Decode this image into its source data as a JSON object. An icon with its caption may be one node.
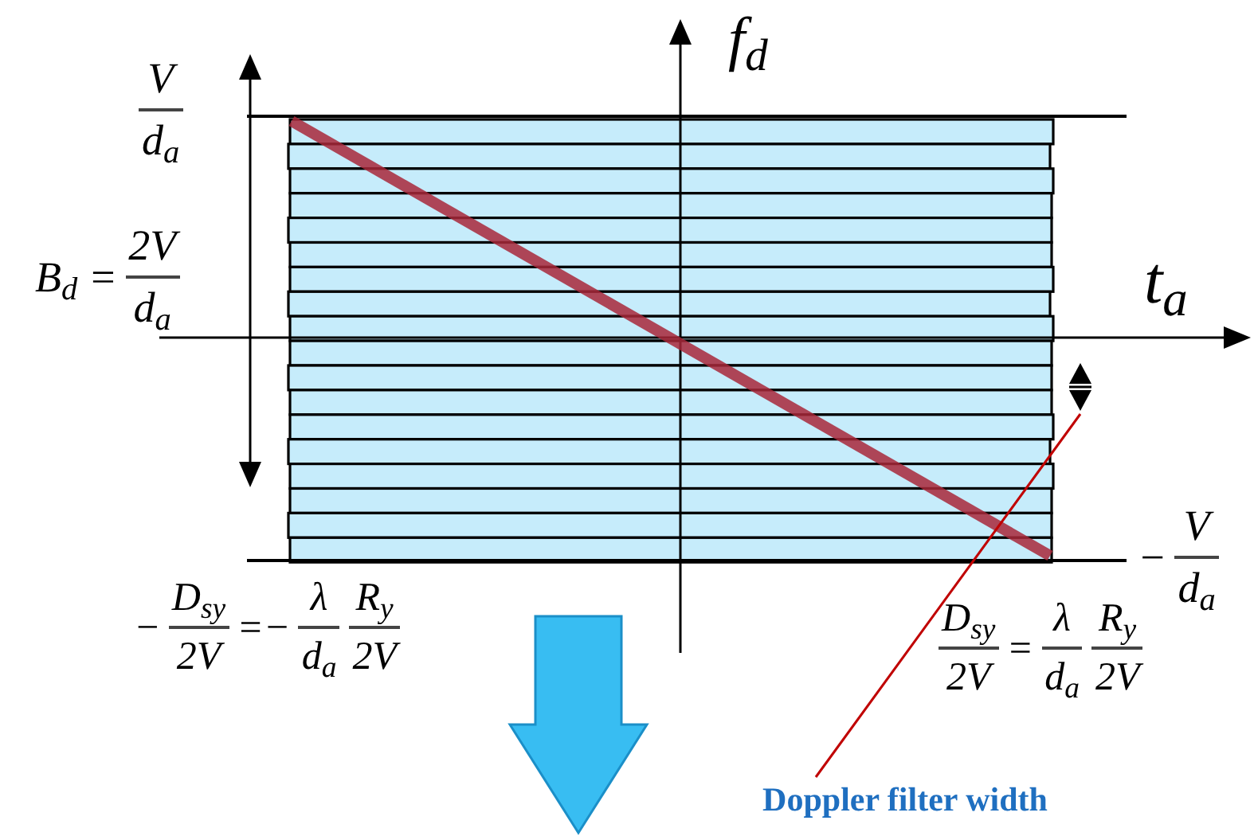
{
  "diagram": {
    "nodes": [
      {
        "text": [],
        "shape": "picture"
      },
      {
        "text": [
          "Doppler filter width"
        ]
      }
    ],
    "edges": [
      {
        "from": 1,
        "to": 0,
        "arrow": "none"
      }
    ],
    "labels": [
      "f$_{d}$",
      "V",
      "d$_{a}$",
      "B$_{d}$ =",
      "2V",
      "d$_{a}$",
      "t$_{a}$",
      "−",
      "D$_{sy}$",
      "2V",
      "=−",
      "λ",
      "d$_{a}$",
      "R$_{y}$",
      "2V",
      "−",
      "V",
      "d$_{a}$",
      "D$_{sy}$",
      "2V",
      "=",
      "λ",
      "d$_{a}$",
      "R$_{y}$",
      "2V"
    ]
  }
}
